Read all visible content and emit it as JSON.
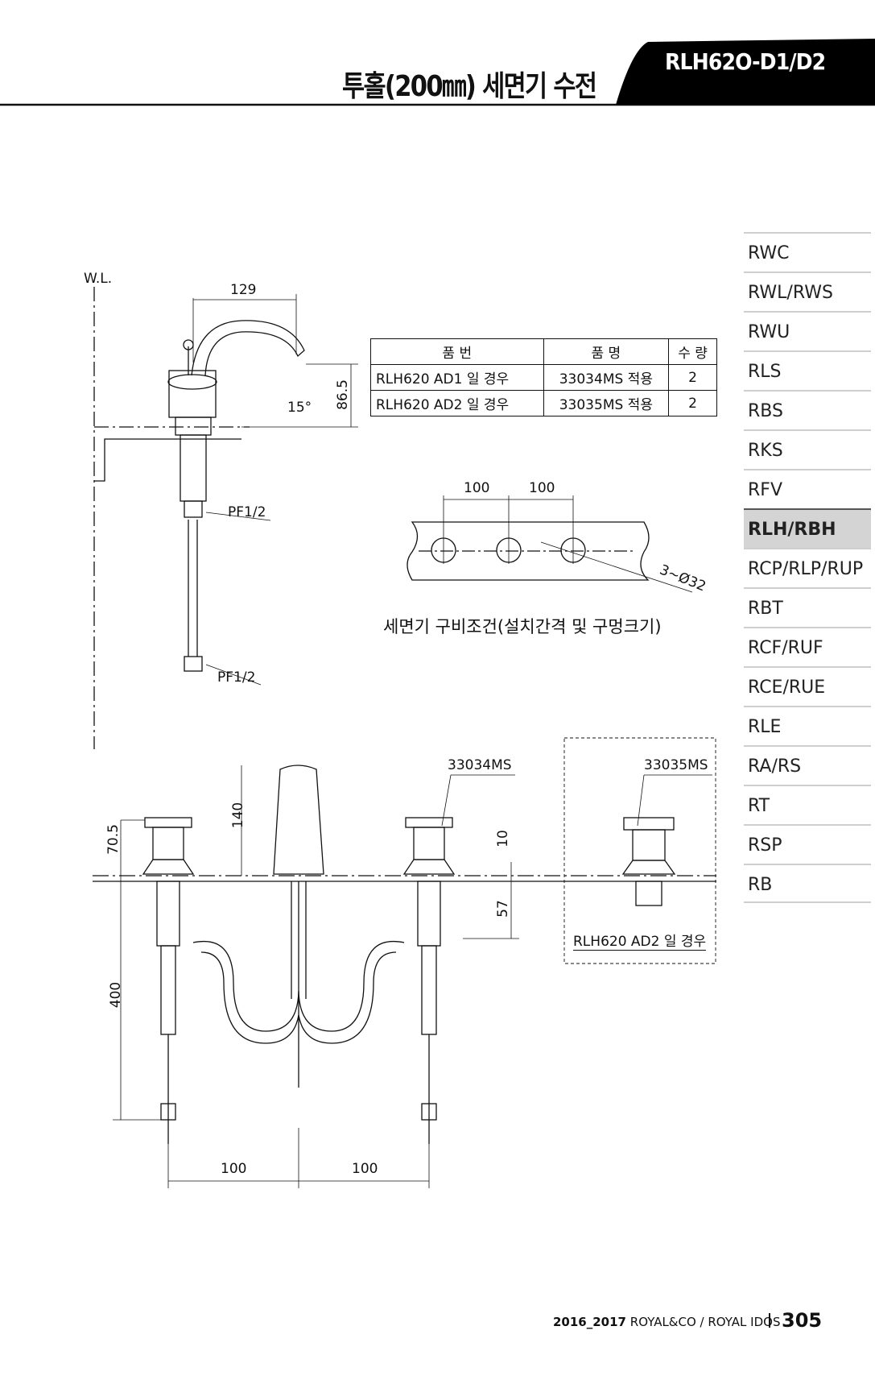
{
  "header": {
    "title": "투홀(200㎜) 세면기 수전",
    "model": "RLH62O-D1/D2"
  },
  "parts_table": {
    "headers": [
      "품  번",
      "품  명",
      "수 량"
    ],
    "rows": [
      [
        "RLH620 AD1 일 경우",
        "33034MS 적용",
        "2"
      ],
      [
        "RLH620 AD2 일 경우",
        "33035MS 적용",
        "2"
      ]
    ]
  },
  "side_view": {
    "wl": "W.L.",
    "reach": "129",
    "angle": "15°",
    "height": "86.5",
    "pf_top": "PF1/2",
    "pf_bottom": "PF1/2"
  },
  "hole_diagram": {
    "spacing_1": "100",
    "spacing_2": "100",
    "holes": "3~Ø32",
    "caption": "세면기 구비조건(설치간격 및 구멍크기)"
  },
  "front_view": {
    "part_ad1": "33034MS",
    "part_ad2": "33035MS",
    "spout_height": "140",
    "handle_height": "70.5",
    "dim_10": "10",
    "dim_57": "57",
    "hose_length": "400",
    "spacing_1": "100",
    "spacing_2": "100",
    "ad2_note": "RLH620 AD2 일 경우"
  },
  "sidebar": {
    "items": [
      "RWC",
      "RWL/RWS",
      "RWU",
      "RLS",
      "RBS",
      "RKS",
      "RFV",
      "RLH/RBH",
      "RCP/RLP/RUP",
      "RBT",
      "RCF/RUF",
      "RCE/RUE",
      "RLE",
      "RA/RS",
      "RT",
      "RSP",
      "RB"
    ],
    "active": "RLH/RBH"
  },
  "footer": {
    "years": "2016_2017",
    "brand": "ROYAL&CO / ROYAL IDOS",
    "page": "305"
  }
}
